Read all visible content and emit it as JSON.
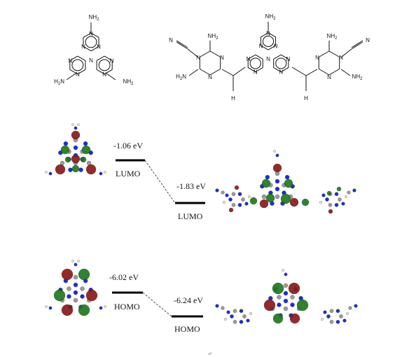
{
  "structures": {
    "left": {
      "atoms": {
        "N": "N",
        "NH2": "NH",
        "sub2": "2",
        "H2N_prefix": "H",
        "H2N_suffix": "N"
      }
    },
    "right": {
      "atoms": {
        "N": "N",
        "H": "H",
        "NH2": "NH",
        "sub2": "2",
        "H2N_prefix": "H",
        "H2N_suffix": "N",
        "cyano": "N"
      }
    }
  },
  "levels": {
    "lumo_left": {
      "energy": "-1.06 eV",
      "label": "LUMO"
    },
    "lumo_right": {
      "energy": "-1.83 eV",
      "label": "LUMO"
    },
    "homo_left": {
      "energy": "-6.02 eV",
      "label": "HOMO"
    },
    "homo_right": {
      "energy": "-6.24 eV",
      "label": "HOMO"
    }
  },
  "colors": {
    "orbital_red": "#8b1a1a",
    "orbital_green": "#1f7a1f",
    "atom_nitrogen": "#1a2fd6",
    "atom_carbon": "#9a9a9a",
    "atom_hydrogen": "#e8e8e8"
  }
}
